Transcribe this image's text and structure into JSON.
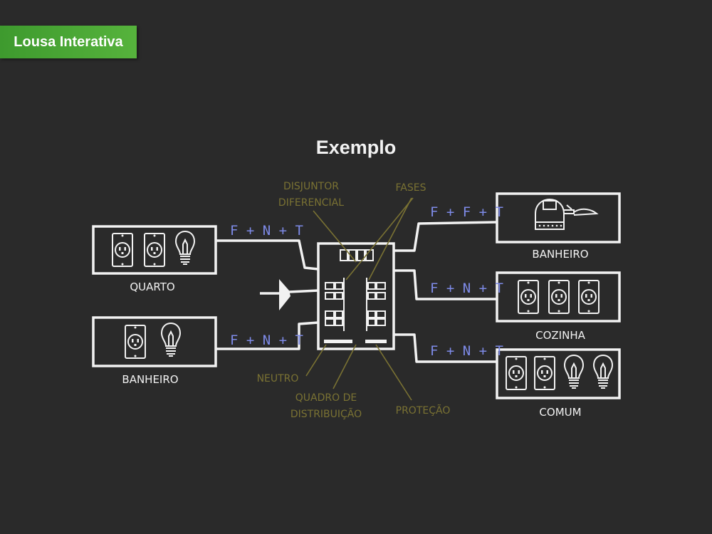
{
  "badge": "Lousa Interativa",
  "title": "Exemplo",
  "rooms": {
    "quarto": "QUARTO",
    "banheiro_left": "BANHEIRO",
    "banheiro_right": "BANHEIRO",
    "cozinha": "COZINHA",
    "comum": "COMUM"
  },
  "wires": {
    "quarto": "F + N + T",
    "banheiro_left": "F + N + T",
    "banheiro_right": "F + F + T",
    "cozinha": "F + N + T",
    "comum": "F + N + T"
  },
  "annotations": {
    "disjuntor_1": "DISJUNTOR",
    "disjuntor_2": "DIFERENCIAL",
    "fases": "FASES",
    "neutro": "NEUTRO",
    "quadro_1": "QUADRO DE",
    "quadro_2": "DISTRIBUIÇÃO",
    "protecao": "PROTEÇÃO"
  },
  "icons": {
    "outlet": "outlet-icon",
    "bulb": "lightbulb-icon",
    "shower": "shower-icon",
    "plug": "power-plug-icon"
  },
  "colors": {
    "accent": "#56b33c",
    "wire_label": "#7e8be8",
    "annotation": "#7a7233",
    "chalk": "#f2f2f2",
    "background": "#2a2a2a"
  }
}
